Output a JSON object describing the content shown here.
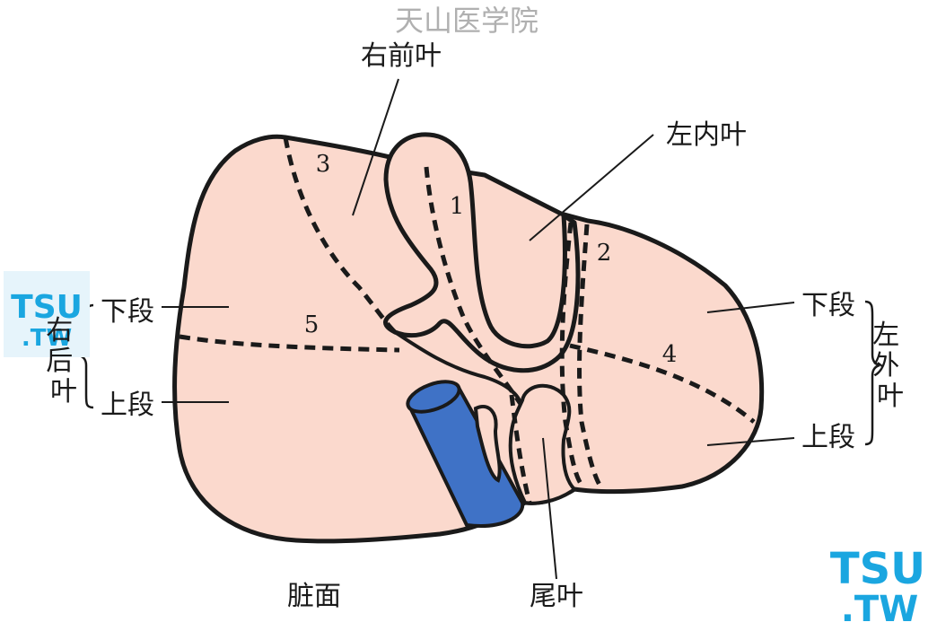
{
  "watermark": "天山医学院",
  "view_label": "脏面",
  "labels": {
    "right_anterior_lobe": "右前叶",
    "left_medial_lobe": "左内叶",
    "caudate_lobe": "尾叶",
    "right_posterior_lobe": "右后叶",
    "left_lateral_lobe": "左外叶",
    "inferior_segment_right": "下段",
    "superior_segment_right": "上段",
    "inferior_segment_left": "下段",
    "superior_segment_left": "上段"
  },
  "segment_numbers": [
    "1",
    "2",
    "3",
    "4",
    "5"
  ],
  "logo": {
    "line1": "TSU",
    "line2": ".TW"
  },
  "colors": {
    "liver_fill": "#fbd9cd",
    "outline": "#1a1a1a",
    "vein": "#3f72c6",
    "logo_blue": "#1aa6e0",
    "logo_panel": "#e6f4fb"
  }
}
